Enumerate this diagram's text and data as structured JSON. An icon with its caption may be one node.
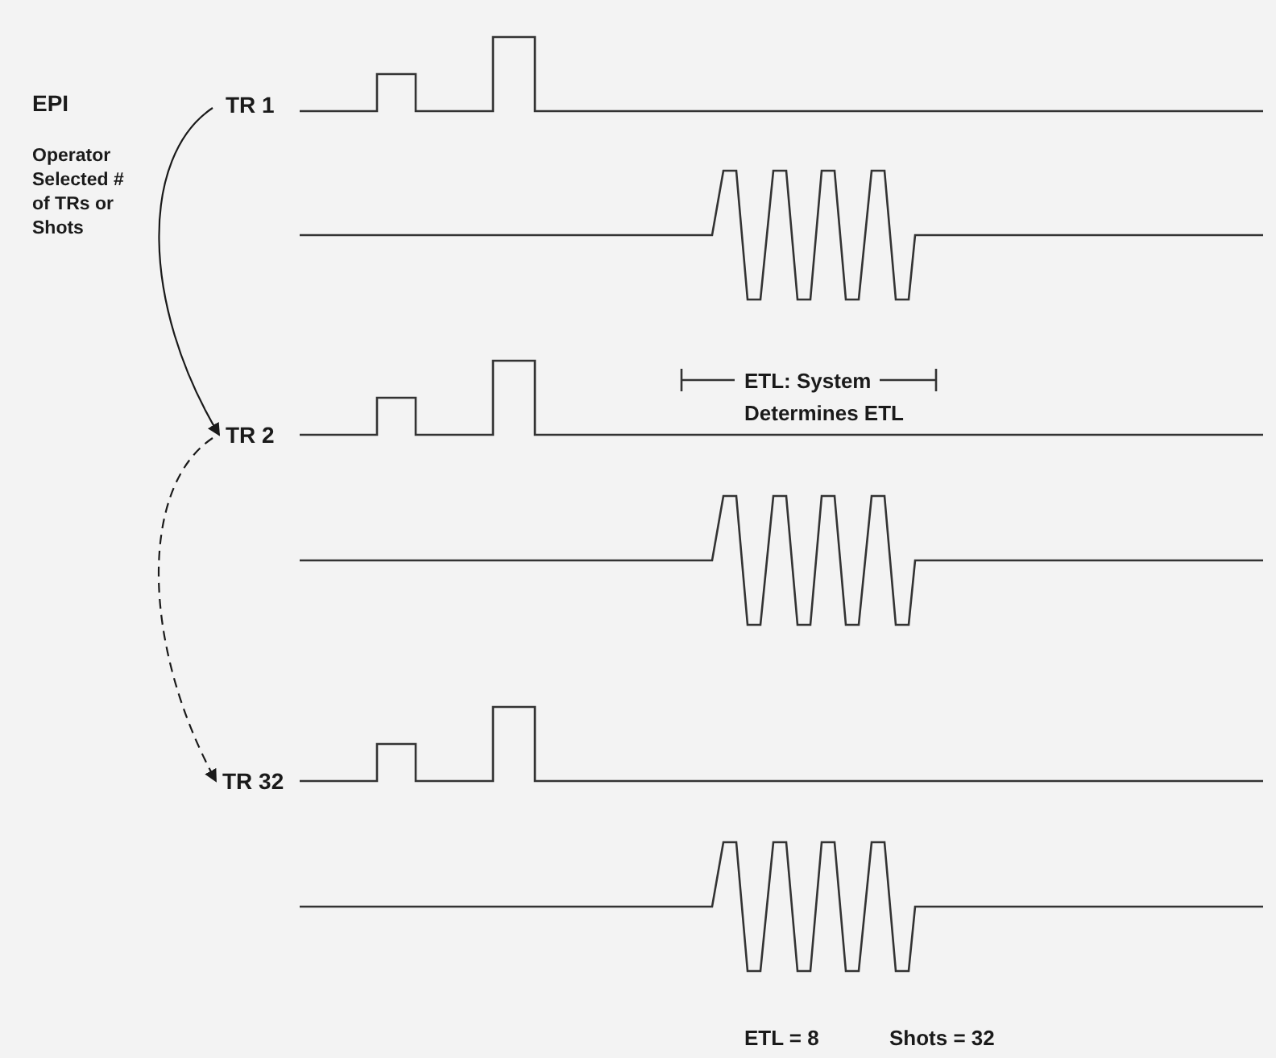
{
  "diagram": {
    "nodes": [
      {
        "text": [
          "TR 1"
        ]
      },
      {
        "text": [
          "TR 2"
        ]
      },
      {
        "text": [
          "TR 32"
        ]
      }
    ],
    "edges": [
      {
        "from": 0,
        "to": 1,
        "arrow": "to"
      },
      {
        "from": 1,
        "to": 2,
        "arrow": "to",
        "style": "dashed"
      }
    ],
    "labels": [
      "EPI",
      "Operator Selected # of TRs or Shots",
      "ETL: System",
      "Determines ETL",
      "ETL = 8",
      "Shots = 32"
    ]
  }
}
